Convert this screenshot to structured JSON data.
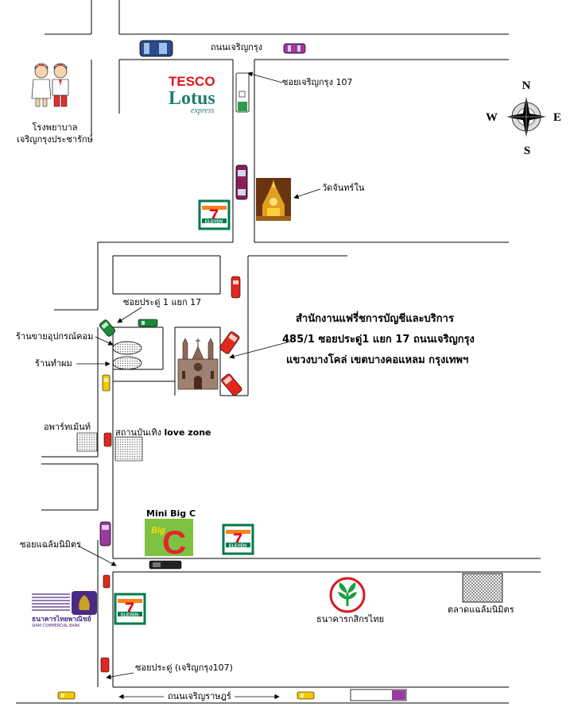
{
  "labels": {
    "road_top": "ถนนเจริญกรุง",
    "soi_107_top": "ซอยเจริญกรุง 107",
    "hospital_line1": "โรงพยาบาล",
    "hospital_line2": "เจริญกรุงประชารักษ์",
    "temple": "วัดจันทร์ใน",
    "soi_pradoo_1": "ซอยประดู่ 1 แยก 17",
    "electronics_shop": "ร้านขายอุปกรณ์คอม",
    "barber": "ร้านทำผม",
    "apartment": "อพาร์ทเม้นท์",
    "entertainment_prefix": "สถานบันเทิง",
    "entertainment_name": "love zone",
    "mini_bigc": "Mini Big C",
    "soi_chaem": "ซอยแฉล้มนิมิตร",
    "kasikorn": "ธนาคารกสิกรไทย",
    "market": "ตลาดแฉล้มนิมิตร",
    "soi_pradoo_107": "ซอยประดู่ (เจริญกรุง107)",
    "road_bottom": "ถนนเจริญราษฎร์"
  },
  "office": {
    "line1": "สำนักงานแฟรี่ชการบัญชีและบริการ",
    "line2": "485/1 ซอยประดู่1 แยก 17 ถนนเจริญกรุง",
    "line3": "แขวงบางโคล่ เขตบางคอแหลม กรุงเทพฯ"
  },
  "compass": {
    "n": "N",
    "s": "S",
    "e": "E",
    "w": "W"
  },
  "logos": {
    "tesco": "TESCO",
    "lotus": "Lotus",
    "express": "express",
    "seven_number": "7",
    "seven_text": "ELEVEN",
    "bigc_big": "Big",
    "bigc_c": "C",
    "scb_thai": "ธนาคารไทยพาณิชย์",
    "scb_en": "SIAM COMMERCIAL BANK"
  },
  "colors": {
    "road_line": "#000000",
    "tesco_red": "#e0161e",
    "lotus_teal": "#1e7d6e",
    "seven_green": "#007a4a",
    "seven_orange": "#f58220",
    "seven_red": "#e60012",
    "bigc_green": "#7fc241",
    "bigc_red": "#e3262c",
    "kbank_red": "#d71920",
    "kbank_green": "#1a9e3f",
    "scb_purple": "#4b2a85",
    "scb_gold": "#c9a227"
  },
  "icons": [
    "car-icon",
    "compass-rose-icon",
    "hospital-staff-icon",
    "temple-icon",
    "church-icon",
    "arrow-icon"
  ]
}
